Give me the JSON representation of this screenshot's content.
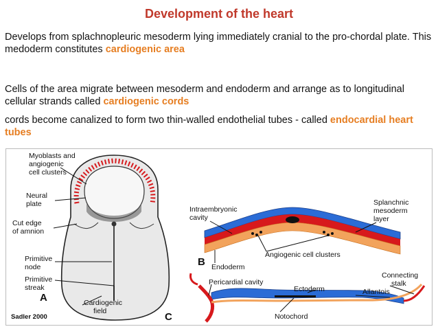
{
  "title": "Development of the heart",
  "p1": {
    "text": "Develops from splachnopleuric mesoderm lying immediately cranial to the pro-chordal plate. This medoderm constitutes ",
    "highlight": "cardiogenic area"
  },
  "p2": {
    "text": "Cells of the area migrate between mesoderm and endoderm and arrange as to longitudinal cellular strands called ",
    "highlight": "cardiogenic cords"
  },
  "p3": {
    "text": "cords become canalized to form two thin-walled endothelial tubes - called ",
    "highlight": "endocardial heart tubes"
  },
  "figure": {
    "panelA": {
      "letter": "A",
      "labels": {
        "myoblasts_1": "Myoblasts and",
        "myoblasts_2": "angiogenic",
        "myoblasts_3": "cell clusters",
        "neural_1": "Neural",
        "neural_2": "plate",
        "cut_1": "Cut edge",
        "cut_2": "of amnion",
        "pnode_1": "Primitive",
        "pnode_2": "node",
        "pstreak_1": "Primitive",
        "pstreak_2": "streak",
        "cfield_1": "Cardiogenic",
        "cfield_2": "field",
        "credit": "Sadler 2000"
      }
    },
    "panelB": {
      "letter": "B",
      "labels": {
        "intra_1": "Intraembryonic",
        "intra_2": "cavity",
        "splanch_1": "Splanchnic",
        "splanch_2": "mesoderm",
        "splanch_3": "layer",
        "angio": "Angiogenic cell clusters",
        "endoderm": "Endoderm"
      }
    },
    "panelC": {
      "letter": "C",
      "labels": {
        "pericardial": "Pericardial cavity",
        "ectoderm": "Ectoderm",
        "connecting_1": "Connecting",
        "connecting_2": "stalk",
        "allantois": "Allantois",
        "notochord": "Notochord"
      }
    },
    "colors": {
      "title": "#c0392b",
      "highlight": "#e67e22",
      "mesoderm": "#d7191c",
      "ectoderm": "#2b6cd6",
      "endoderm": "#f2a35c"
    }
  }
}
